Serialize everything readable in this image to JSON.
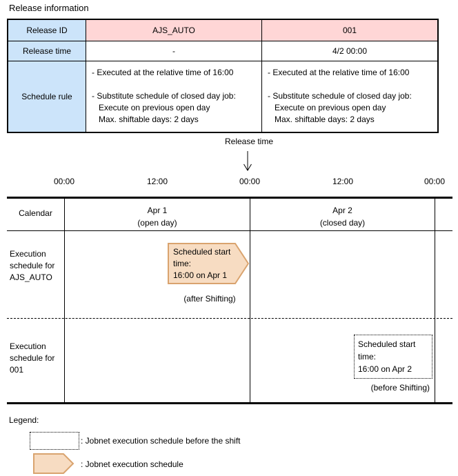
{
  "title": "Release information",
  "colors": {
    "header_blue": "#cce4fa",
    "header_pink": "#ffd6d6",
    "schedule_fill": "#f7dcc2",
    "schedule_border": "#d9a36e"
  },
  "release_table": {
    "rows": [
      {
        "label": "Release ID",
        "values": [
          "AJS_AUTO",
          "001"
        ]
      },
      {
        "label": "Release time",
        "values": [
          "-",
          "4/2 00:00"
        ]
      }
    ],
    "schedule_rule": {
      "label": "Schedule rule",
      "columns": [
        {
          "lines": [
            "- Executed at the relative time of 16:00",
            "",
            "- Substitute schedule of closed day job:",
            "   Execute on previous open day",
            "   Max. shiftable days: 2 days"
          ]
        },
        {
          "lines": [
            "- Executed at the relative time of 16:00",
            "",
            "- Substitute schedule of closed day job:",
            "   Execute on previous open day",
            "   Max. shiftable days: 2 days"
          ]
        }
      ]
    }
  },
  "timeline": {
    "release_time_label": "Release time",
    "axis_ticks": [
      "00:00",
      "12:00",
      "00:00",
      "12:00",
      "00:00"
    ],
    "calendar": {
      "label": "Calendar",
      "day1": {
        "name": "Apr 1",
        "type": "(open day)"
      },
      "day2": {
        "name": "Apr 2",
        "type": "(closed day)"
      }
    },
    "ajs_auto_row": {
      "label": "Execution schedule for AJS_AUTO",
      "callout_lines": [
        "Scheduled start",
        "time:",
        "16:00 on Apr 1"
      ],
      "note": "(after Shifting)"
    },
    "job001_row": {
      "label": "Execution schedule for 001",
      "callout_lines": [
        "Scheduled start",
        "time:",
        "16:00 on Apr 2"
      ],
      "note": "(before Shifting)"
    }
  },
  "legend": {
    "title": "Legend:",
    "items": [
      {
        "symbol": "dotted-box",
        "label": ": Jobnet execution schedule before the shift"
      },
      {
        "symbol": "schedule-arrow",
        "label": ": Jobnet execution schedule"
      }
    ]
  }
}
